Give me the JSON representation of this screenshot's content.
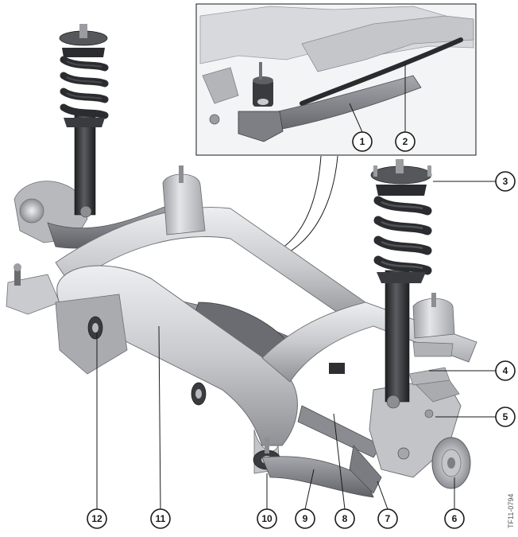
{
  "diagram": {
    "callouts": [
      {
        "id": "c1",
        "label": "1"
      },
      {
        "id": "c2",
        "label": "2"
      },
      {
        "id": "c3",
        "label": "3"
      },
      {
        "id": "c4",
        "label": "4"
      },
      {
        "id": "c5",
        "label": "5"
      },
      {
        "id": "c6",
        "label": "6"
      },
      {
        "id": "c7",
        "label": "7"
      },
      {
        "id": "c8",
        "label": "8"
      },
      {
        "id": "c9",
        "label": "9"
      },
      {
        "id": "c10",
        "label": "10"
      },
      {
        "id": "c11",
        "label": "11"
      },
      {
        "id": "c12",
        "label": "12"
      }
    ],
    "figure_code": "TF11-0794",
    "colors": {
      "frame_light": "#d9dadd",
      "frame_mid": "#b9bbbf",
      "frame_dark": "#8a8c91",
      "spring": "#2b2b2d",
      "damper": "#3a3b3e",
      "arm": "#6e7075",
      "line": "#1a1a1a"
    }
  }
}
